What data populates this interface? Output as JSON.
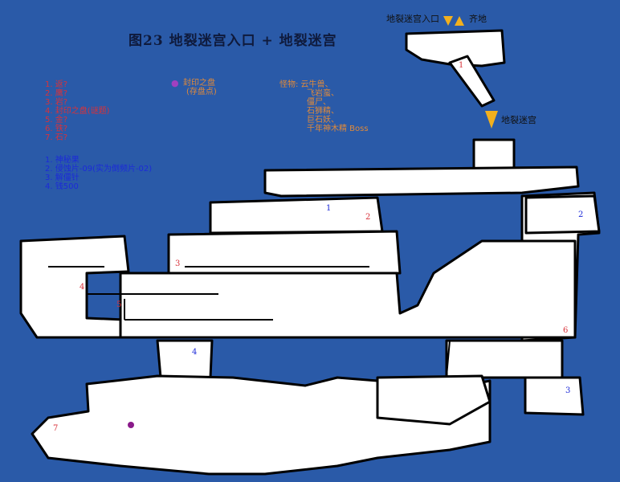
{
  "title": "图23 地裂迷宫入口 + 地裂迷宫",
  "legend_red": [
    "1. 返?",
    "2. 鹰?",
    "3. 岩?",
    "4. 封印之盘(谜题)",
    "5. 金?",
    "6. 铁?",
    "7. 石?"
  ],
  "legend_blue": [
    "1. 神秘果",
    "2. 侵蚀片-09(实为倒频片-02)",
    "3. 解僵针",
    "4. 钱500"
  ],
  "save_point": [
    "封印之盘",
    "(存盘点)"
  ],
  "monsters": [
    "怪物: 云牛兽、",
    "飞岩蛮、",
    "僵尸、",
    "石狮精、",
    "巨石妖、",
    "千年神木精 Boss"
  ],
  "labels": {
    "entrance": "地裂迷宫入口",
    "qiedi": "齐地",
    "maze": "地裂迷宫"
  },
  "red_markers": [
    "1",
    "2",
    "3",
    "4",
    "5",
    "6",
    "7"
  ],
  "blue_markers": [
    "1",
    "2",
    "3",
    "4"
  ],
  "colors": {
    "water": "#2a5aa8",
    "floor": "#ffffff",
    "wall": "#000000",
    "arrow": "#f2b01e",
    "save_dot": "#8a1a8a"
  }
}
